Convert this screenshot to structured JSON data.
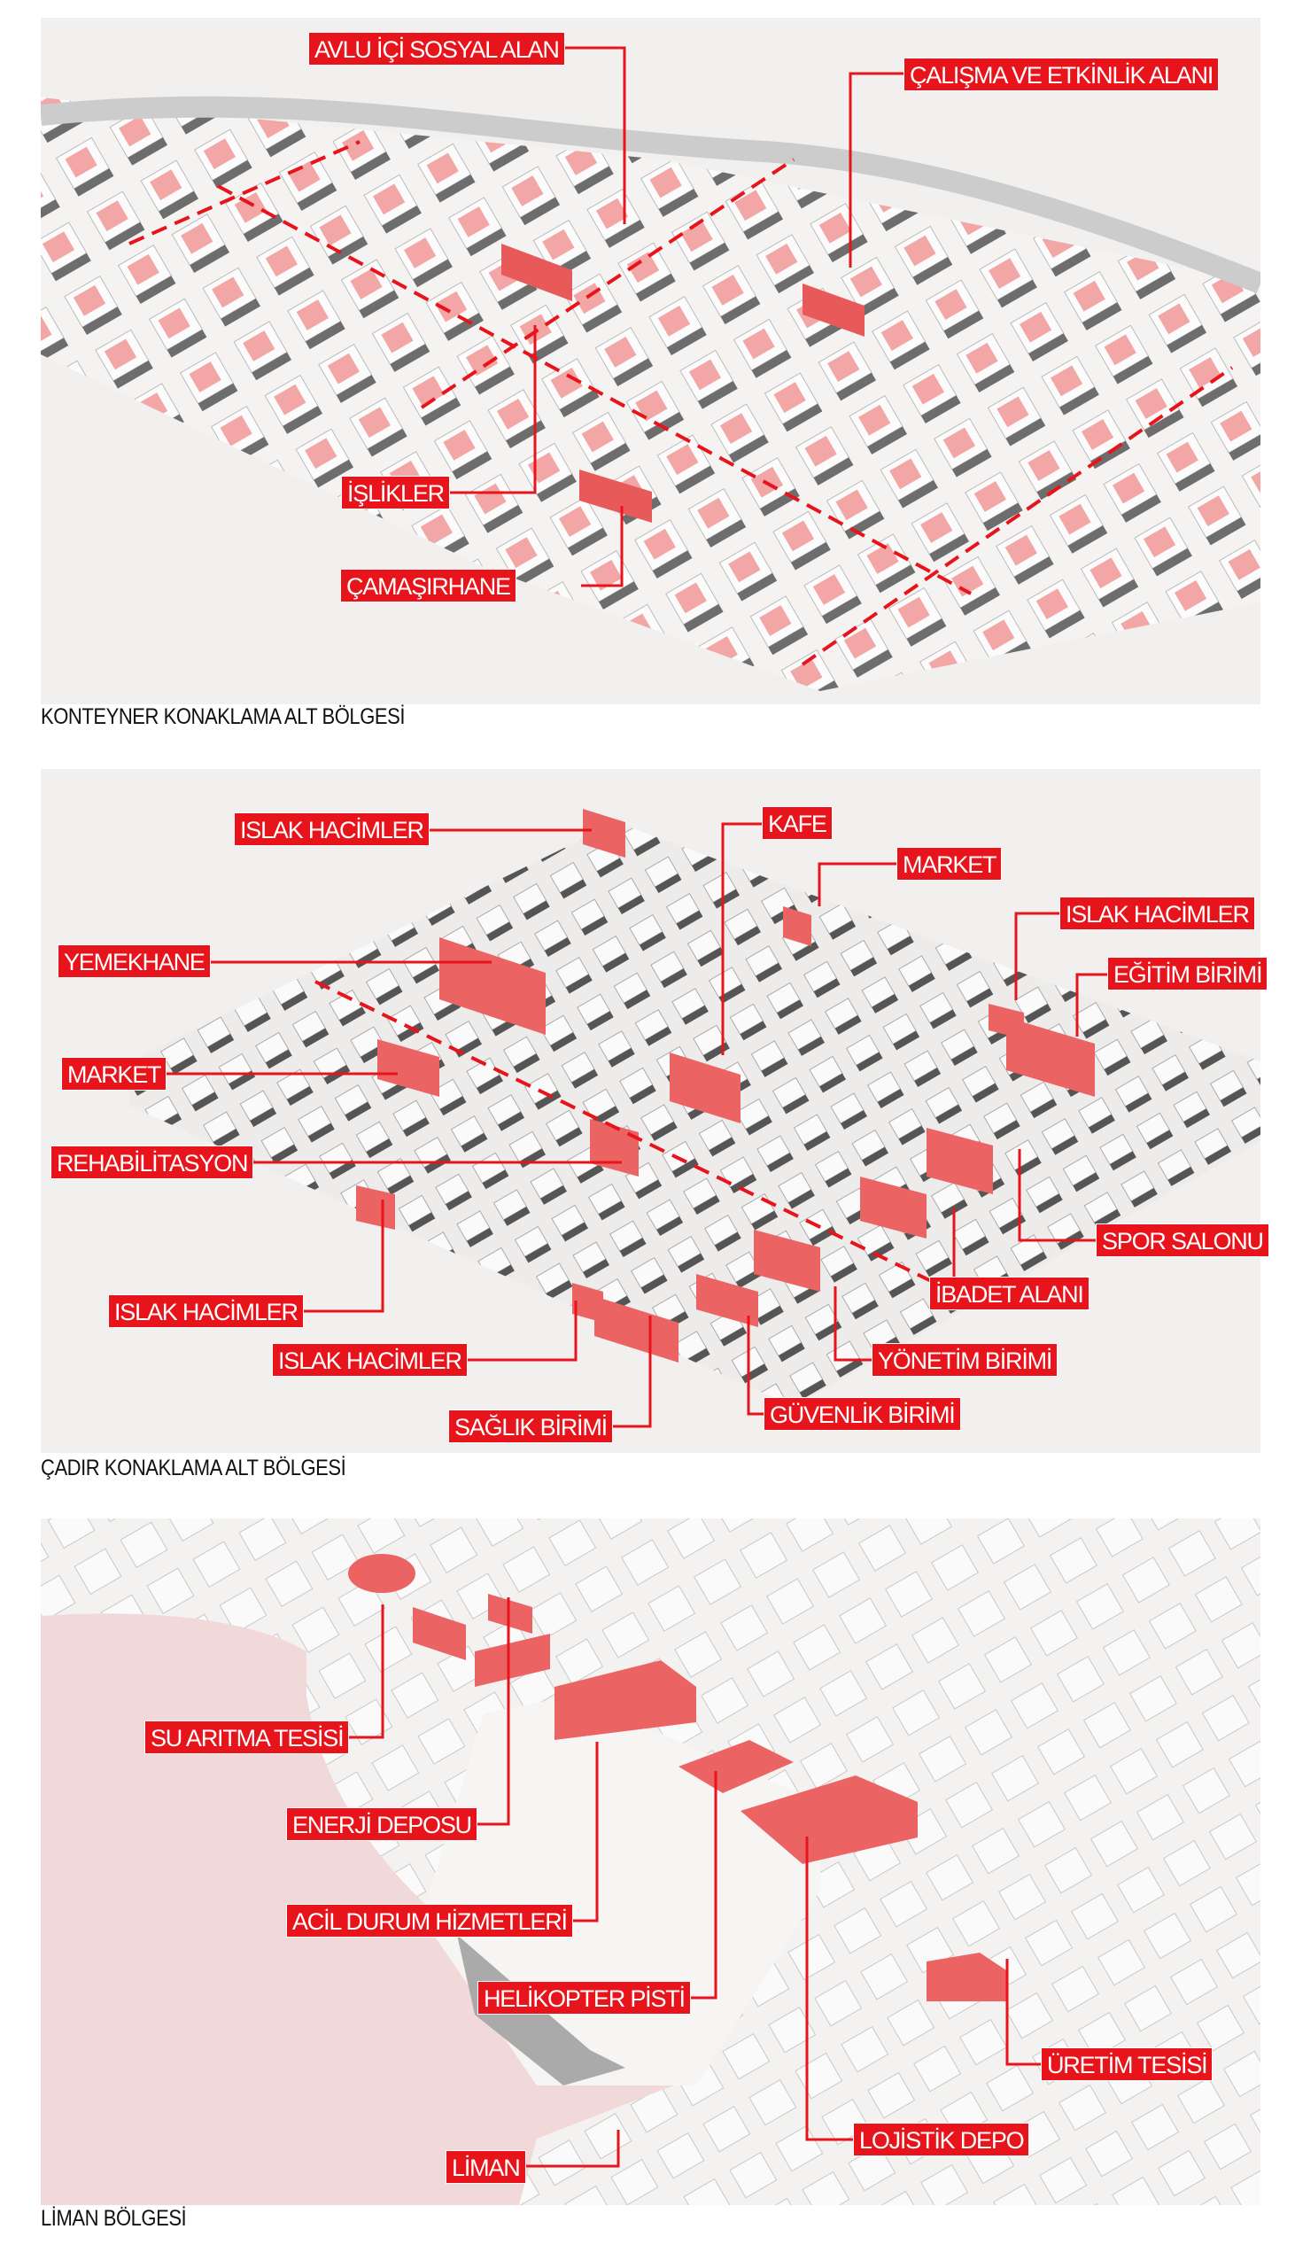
{
  "colors": {
    "accent": "#e8141c",
    "building": "#ef6b6b",
    "sea": "#f2d9d9"
  },
  "panels": [
    {
      "caption": "KONTEYNER KONAKLAMA ALT BÖLGESİ",
      "labels": [
        "AVLU İÇİ SOSYAL ALAN",
        "ÇALIŞMA VE ETKİNLİK ALANI",
        "İŞLİKLER",
        "ÇAMAŞIRHANE"
      ]
    },
    {
      "caption": "ÇADIR KONAKLAMA ALT BÖLGESİ",
      "labels": [
        "ISLAK HACİMLER",
        "KAFE",
        "MARKET",
        "ISLAK HACİMLER",
        "YEMEKHANE",
        "EĞİTİM BİRİMİ",
        "MARKET",
        "REHABİLİTASYON",
        "SPOR SALONU",
        "İBADET ALANI",
        "ISLAK HACİMLER",
        "ISLAK HACİMLER",
        "YÖNETİM BİRİMİ",
        "SAĞLIK BİRİMİ",
        "GÜVENLİK BİRİMİ"
      ]
    },
    {
      "caption": "LİMAN BÖLGESİ",
      "labels": [
        "SU ARITMA TESİSİ",
        "ENERJİ DEPOSU",
        "ACİL DURUM HİZMETLERİ",
        "HELİKOPTER PİSTİ",
        "ÜRETİM TESİSİ",
        "LOJİSTİK DEPO",
        "LİMAN"
      ]
    }
  ]
}
